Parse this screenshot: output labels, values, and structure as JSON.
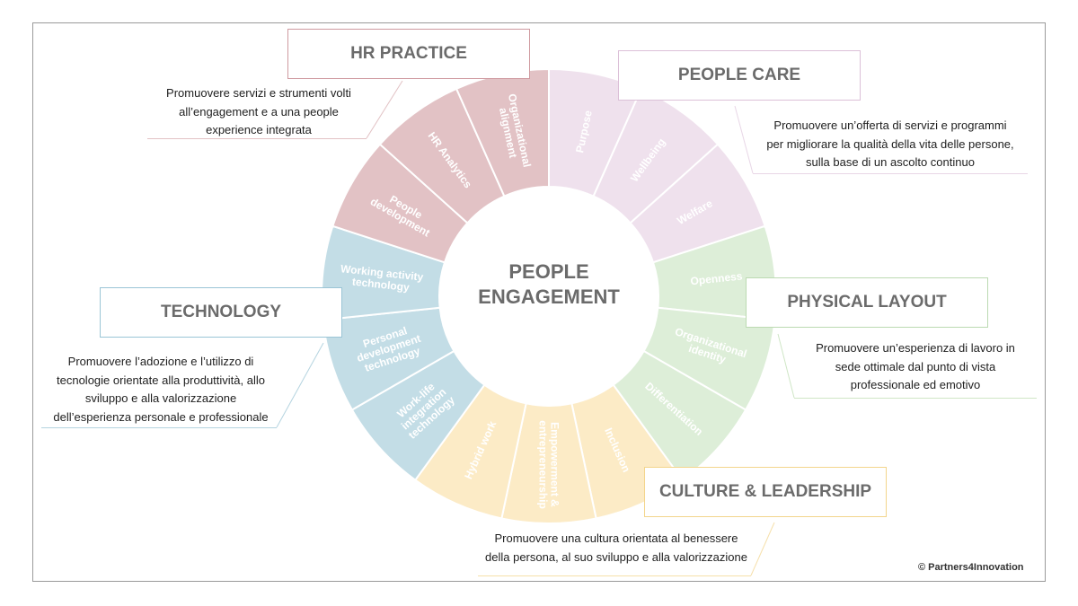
{
  "center": {
    "line1": "PEOPLE",
    "line2": "ENGAGEMENT"
  },
  "categories": [
    {
      "key": "hr",
      "title": "HR PRACTICE",
      "color": "#e2c2c5",
      "border": "#cf9aa0",
      "description": [
        "Promuovere servizi e strumenti volti",
        "all’engagement e a una people",
        "experience integrata"
      ],
      "segments": [
        {
          "label": [
            "People",
            "development"
          ]
        },
        {
          "label": [
            "HR Analytics"
          ]
        },
        {
          "label": [
            "Organizational",
            "alignment"
          ]
        }
      ]
    },
    {
      "key": "care",
      "title": "PEOPLE CARE",
      "color": "#efe1ed",
      "border": "#dcc0d8",
      "description": [
        "Promuovere un’offerta di servizi e programmi",
        "per migliorare la qualità della vita delle persone,",
        "sulla base di un ascolto continuo"
      ],
      "segments": [
        {
          "label": [
            "Purpose"
          ]
        },
        {
          "label": [
            "Wellbeing"
          ]
        },
        {
          "label": [
            "Welfare"
          ]
        }
      ]
    },
    {
      "key": "physical",
      "title": "PHYSICAL LAYOUT",
      "color": "#ddeed8",
      "border": "#bcdab2",
      "description": [
        "Promuovere un’esperienza di lavoro in",
        "sede ottimale dal punto di vista",
        "professionale ed emotivo"
      ],
      "segments": [
        {
          "label": [
            "Openness"
          ]
        },
        {
          "label": [
            "Organizational",
            "identity"
          ]
        },
        {
          "label": [
            "Differentiation"
          ]
        }
      ]
    },
    {
      "key": "culture",
      "title": "CULTURE & LEADERSHIP",
      "color": "#fcebc6",
      "border": "#f3d58c",
      "description": [
        "Promuovere una cultura orientata al benessere",
        "della persona, al suo sviluppo e alla valorizzazione"
      ],
      "segments": [
        {
          "label": [
            "Inclusion"
          ]
        },
        {
          "label": [
            "Empowerment &",
            "entrepreneurship"
          ]
        },
        {
          "label": [
            "Hybrid work"
          ]
        }
      ]
    },
    {
      "key": "tech",
      "title": "TECHNOLOGY",
      "color": "#c3dde6",
      "border": "#9ac5d6",
      "description": [
        "Promuovere l’adozione e l’utilizzo di",
        "tecnologie orientate alla produttività, allo",
        "sviluppo e alla valorizzazione",
        "dell’esperienza personale e professionale"
      ],
      "segments": [
        {
          "label": [
            "Work-life",
            "integration",
            "technology"
          ]
        },
        {
          "label": [
            "Personal",
            "development",
            "technology"
          ]
        },
        {
          "label": [
            "Working activity",
            "technology"
          ]
        }
      ]
    }
  ],
  "copyright": "© Partners4Innovation"
}
